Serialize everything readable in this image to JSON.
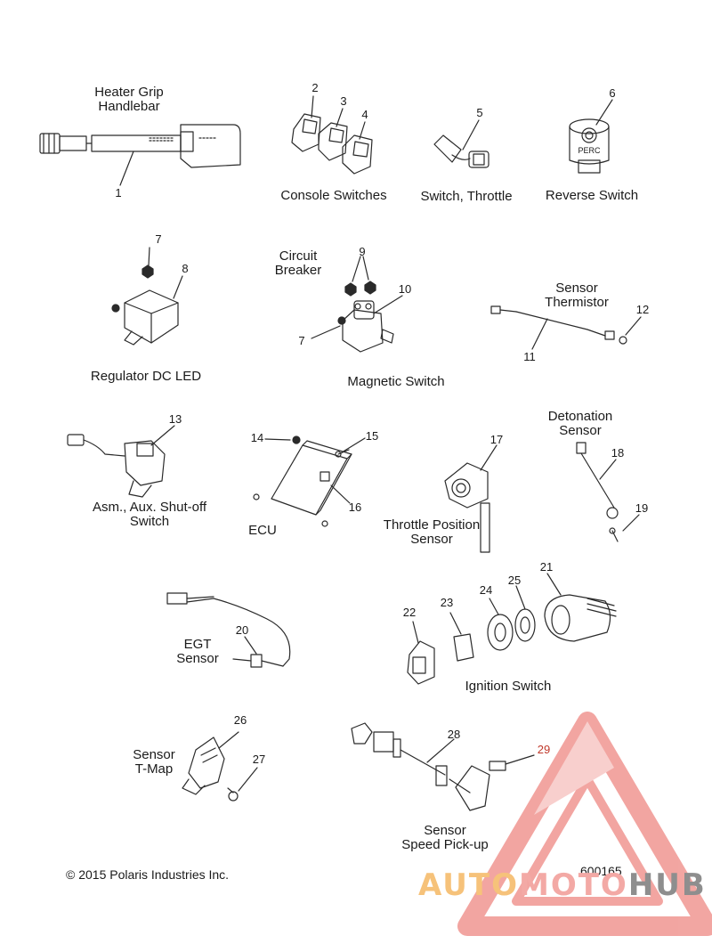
{
  "labels": {
    "heater_grip": "Heater Grip\nHandlebar",
    "console_switches": "Console Switches",
    "switch_throttle": "Switch, Throttle",
    "reverse_switch": "Reverse Switch",
    "circuit_breaker": "Circuit\nBreaker",
    "regulator": "Regulator DC LED",
    "magnetic_switch": "Magnetic Switch",
    "sensor_thermistor": "Sensor\nThermistor",
    "detonation_sensor": "Detonation\nSensor",
    "aux_shutoff": "Asm., Aux. Shut-off\nSwitch",
    "ecu": "ECU",
    "throttle_position": "Throttle Position\nSensor",
    "egt_sensor": "EGT\nSensor",
    "ignition_switch": "Ignition Switch",
    "sensor_tmap": "Sensor\nT-Map",
    "speed_pickup": "Sensor\nSpeed Pick-up"
  },
  "callouts": [
    "1",
    "2",
    "3",
    "4",
    "5",
    "6",
    "7",
    "8",
    "9",
    "10",
    "7",
    "12",
    "11",
    "13",
    "14",
    "15",
    "16",
    "17",
    "18",
    "19",
    "20",
    "21",
    "22",
    "23",
    "24",
    "25",
    "26",
    "27",
    "28",
    "29"
  ],
  "part_text": {
    "perc": "PERC"
  },
  "footer": {
    "copyright": "© 2015 Polaris Industries Inc.",
    "code": "600165"
  },
  "watermark": {
    "part_a": "AUTO",
    "part_b": "MOTO",
    "part_c": "HUB"
  },
  "colors": {
    "line": "#2a2a2a",
    "watermark_red": "#e85c56",
    "watermark_orange": "#f6b35a",
    "watermark_gray": "#7d7d7d"
  }
}
